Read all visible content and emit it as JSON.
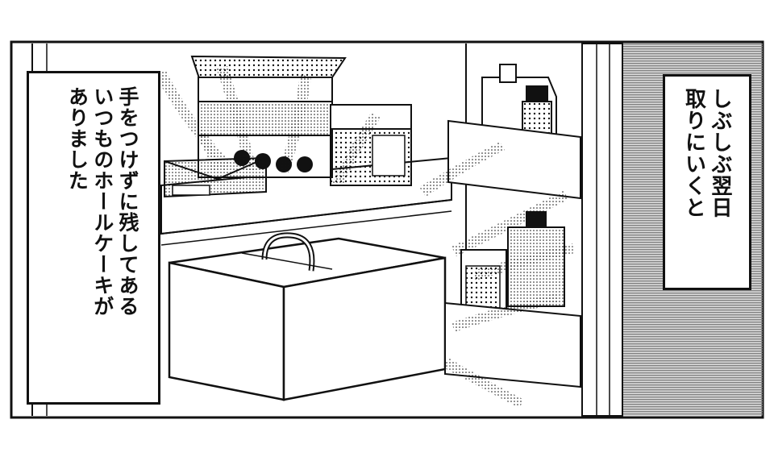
{
  "captions": {
    "right": {
      "lines": [
        "しぶしぶ翌日",
        "取りにいくと"
      ]
    },
    "left": {
      "lines": [
        "手をつけずに残してある",
        "いつものホールケーキが",
        "ありました"
      ]
    }
  },
  "colors": {
    "ink": "#111111",
    "paper": "#ffffff",
    "tone": "#9a9a9a"
  }
}
